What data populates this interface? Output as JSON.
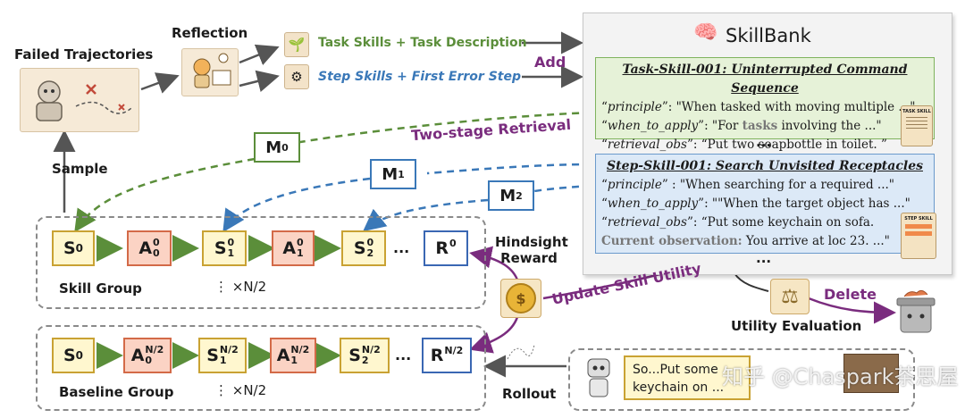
{
  "failed": {
    "title": "Failed Trajectories"
  },
  "reflection": {
    "title": "Reflection"
  },
  "outputs": {
    "task": "Task Skills + Task Description",
    "step": "Step Skills + First Error Step",
    "add": "Add"
  },
  "bank": {
    "title": "SkillBank",
    "task_skill": {
      "title": "Task-Skill-001: Uninterrupted Command Sequence",
      "principle_key": "principle",
      "principle_val": ": \"When tasked with moving multiple ...\"",
      "when_key": "when_to_apply",
      "when_val_a": ": \"For ",
      "when_val_hl": "tasks",
      "when_val_b": " involving the ...\"",
      "obs_key": "retrieval_obs",
      "obs_val": ": “Put two soapbottle in toilet. ”",
      "badge": "TASK SKILL"
    },
    "dots1": "...",
    "step_skill": {
      "title": "Step-Skill-001: Search Unvisited Receptacles",
      "principle_key": "principle",
      "principle_val": " : \"When searching for a required ...\"",
      "when_key": "when_to_apply",
      "when_val": ": \"\"When the target object has ...\"",
      "obs_key": "retrieval_obs",
      "obs_val": ": “Put some keychain on sofa.",
      "cur_key": "Current observation:",
      "cur_val": " You arrive at loc 23. ...\"",
      "badge": "STEP SKILL"
    },
    "dots2": "..."
  },
  "retrieval": {
    "label": "Two-stage Retrieval",
    "m0": "M",
    "m0s": "0",
    "m1": "M",
    "m1s": "1",
    "m2": "M",
    "m2s": "2"
  },
  "sample": "Sample",
  "skill_group": {
    "label": "Skill Group",
    "repeat": "⋮  ×N/2",
    "s0": "S",
    "s0s": "0",
    "a": "A",
    "a_sub": "0",
    "a_sup": "0",
    "s1": "S",
    "s1_sub": "1",
    "s1_sup": "0",
    "a1": "A",
    "a1_sub": "1",
    "a1_sup": "0",
    "s2": "S",
    "s2_sub": "2",
    "s2_sup": "0",
    "ellipsis": "...",
    "r": "R",
    "r_sup": "0"
  },
  "baseline_group": {
    "label": "Baseline Group",
    "repeat": "⋮  ×N/2",
    "s0": "S",
    "s0s": "0",
    "a": "A",
    "a_sub": "0",
    "a_sup": "N/2",
    "s1": "S",
    "s1_sub": "1",
    "s1_sup": "N/2",
    "a1": "A",
    "a1_sub": "1",
    "a1_sup": "N/2",
    "s2": "S",
    "s2_sub": "2",
    "s2_sup": "N/2",
    "ellipsis": "...",
    "r": "R",
    "r_sup": "N/2"
  },
  "hindsight": {
    "line1": "Hindsight",
    "line2": "Reward"
  },
  "update": "Update Skill Utility",
  "utility": "Utility Evaluation",
  "delete": "Delete",
  "rollout": "Rollout",
  "env_text": {
    "line1": "So...Put some",
    "line2": "keychain on ..."
  },
  "watermark": "知乎 @Chaspark茶思屋",
  "colors": {
    "green": "#5b8e3a",
    "blue": "#3a78b8",
    "purple": "#7a2c7e",
    "gold": "#c9a233"
  }
}
